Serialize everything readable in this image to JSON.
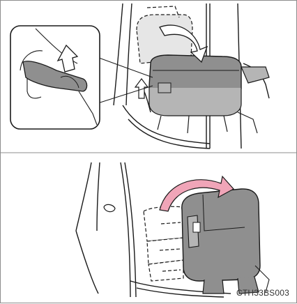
{
  "figure": {
    "caption": "CTH33BS003",
    "colors": {
      "line": "#1a1a1a",
      "seat_fill": "#8f8f8f",
      "seat_light": "#b5b5b5",
      "ghost_fill": "#e6e6e6",
      "arrow_white": "#ffffff",
      "arrow_pink": "#f0a5b8"
    },
    "steps": [
      {
        "name": "fold-lever-up",
        "icons": [
          "lever-arrow-icon",
          "pull-arrow-icon",
          "fold-down-arrow-icon"
        ]
      },
      {
        "name": "tumble-seat-forward",
        "icons": [
          "tumble-arrow-icon"
        ]
      }
    ]
  }
}
